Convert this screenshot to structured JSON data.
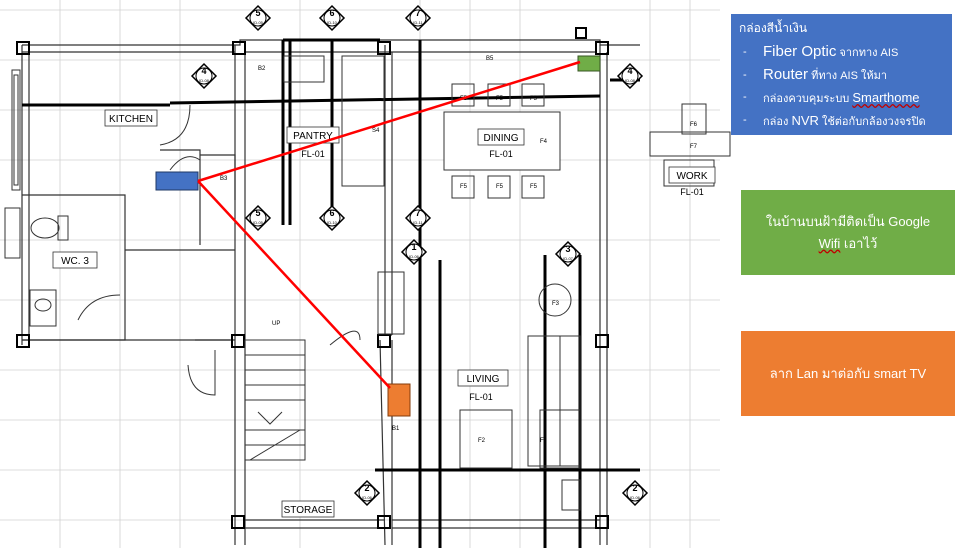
{
  "rooms": {
    "kitchen": "KITCHEN",
    "pantry": "PANTRY",
    "pantry_fl": "FL-01",
    "dining": "DINING",
    "dining_fl": "FL-01",
    "work": "WORK",
    "work_fl": "FL-01",
    "wc": "WC. 3",
    "living": "LIVING",
    "living_fl": "FL-01",
    "storage": "STORAGE"
  },
  "tags": {
    "b2": "B2",
    "b3": "B3",
    "b1": "B1",
    "b5": "B5",
    "f4": "F4",
    "f5": "F5",
    "f6": "F6",
    "f7": "F7",
    "f3": "F3",
    "f2": "F2",
    "f": "F",
    "s4": "S4",
    "up": "UP"
  },
  "markers": {
    "m5": "5",
    "m6": "6",
    "m7": "7",
    "m4": "4",
    "m1": "1",
    "m3": "3",
    "m2": "2",
    "ref_05": "ID-05",
    "ref_10": "ID-10",
    "ref_11": "ID-11",
    "ref_08": "ID-08",
    "ref_06": "ID-06",
    "ref_07": "ID-07"
  },
  "notes": {
    "blue_title": "กล่องสีน้ำเงิน",
    "items": [
      {
        "en": "Fiber Optic",
        "th": " จากทาง AIS"
      },
      {
        "en": "Router",
        "th": " ที่ทาง AIS ให้มา"
      },
      {
        "en": "Smarthome",
        "th": "กล่องควบคุมระบบ "
      },
      {
        "en": "NVR",
        "th": "กล่อง ",
        "th_after": " ใช้ต่อกับกล้องวงจรปิด"
      }
    ],
    "green_line1": "ในบ้านบนฝ้ามีติดเป็น Google",
    "green_line2": "Wifi",
    "green_line2_after": " เอาไว้",
    "orange_prefix": "ลาก ",
    "orange_lan": "Lan",
    "orange_suffix": " มาต่อกับ smart TV"
  },
  "colors": {
    "blue_panel": "#4472c4",
    "green_panel": "#70ad47",
    "orange_panel": "#ed7d31",
    "red_line": "#ff0000",
    "blue_box": "#4472c4",
    "green_box": "#70ad47",
    "orange_box": "#ed7d31"
  }
}
